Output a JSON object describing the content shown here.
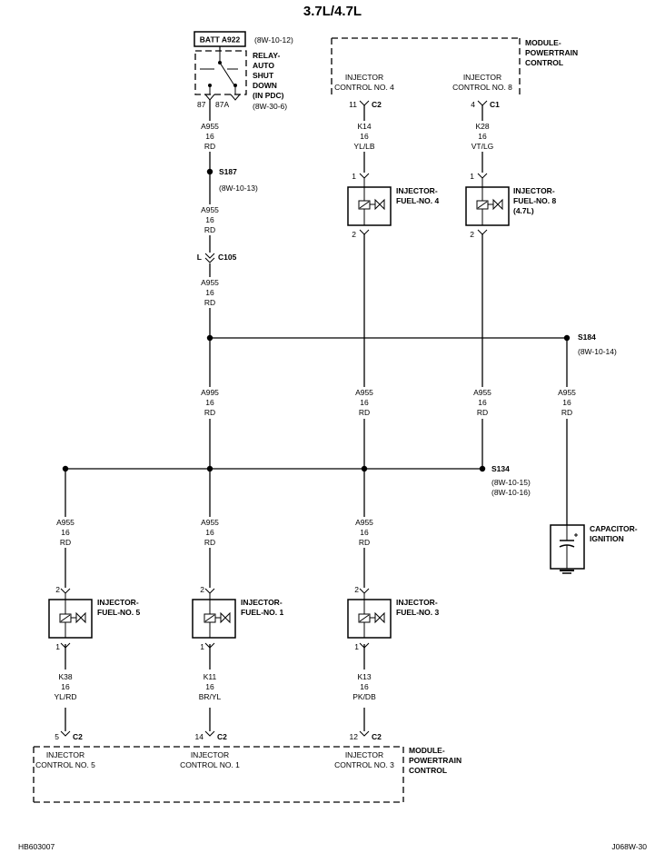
{
  "title": "3.7L/4.7L",
  "batt": {
    "label": "BATT A922",
    "ref": "(8W-10-12)"
  },
  "relay": {
    "name": [
      "RELAY-",
      "AUTO",
      "SHUT",
      "DOWN",
      "(IN PDC)"
    ],
    "pin87": "87",
    "pin87a": "87A",
    "ref": "(8W-30-6)"
  },
  "pcm_top": {
    "name": [
      "MODULE-",
      "POWERTRAIN",
      "CONTROL"
    ],
    "ctrl4": [
      "INJECTOR",
      "CONTROL NO. 4"
    ],
    "ctrl8": [
      "INJECTOR",
      "CONTROL NO. 8"
    ],
    "pin4": {
      "num": "11",
      "conn": "C2"
    },
    "pin8": {
      "num": "4",
      "conn": "C1"
    }
  },
  "wires": {
    "a955_rd": [
      "A955",
      "16",
      "RD"
    ],
    "a995_rd": [
      "A995",
      "16",
      "RD"
    ],
    "k14": [
      "K14",
      "16",
      "YL/LB"
    ],
    "k28": [
      "K28",
      "16",
      "VT/LG"
    ],
    "k38": [
      "K38",
      "16",
      "YL/RD"
    ],
    "k11": [
      "K11",
      "16",
      "BR/YL"
    ],
    "k13": [
      "K13",
      "16",
      "PK/DB"
    ]
  },
  "splices": {
    "s187": {
      "name": "S187",
      "ref": "(8W-10-13)"
    },
    "s184": {
      "name": "S184",
      "ref": "(8W-10-14)"
    },
    "s134": {
      "name": "S134",
      "ref1": "(8W-10-15)",
      "ref2": "(8W-10-16)"
    }
  },
  "c105": {
    "pin": "L",
    "name": "C105"
  },
  "injectors": {
    "n4": {
      "name": [
        "INJECTOR-",
        "FUEL-NO. 4"
      ],
      "pin_top": "1",
      "pin_bot": "2"
    },
    "n8": {
      "name": [
        "INJECTOR-",
        "FUEL-NO. 8",
        "(4.7L)"
      ],
      "pin_top": "1",
      "pin_bot": "2"
    },
    "n5": {
      "name": [
        "INJECTOR-",
        "FUEL-NO. 5"
      ],
      "pin_top": "2",
      "pin_bot": "1"
    },
    "n1": {
      "name": [
        "INJECTOR-",
        "FUEL-NO. 1"
      ],
      "pin_top": "2",
      "pin_bot": "1"
    },
    "n3": {
      "name": [
        "INJECTOR-",
        "FUEL-NO. 3"
      ],
      "pin_top": "2",
      "pin_bot": "1"
    }
  },
  "capacitor": {
    "name": [
      "CAPACITOR-",
      "IGNITION"
    ]
  },
  "pcm_bottom": {
    "name": [
      "MODULE-",
      "POWERTRAIN",
      "CONTROL"
    ],
    "ctrl5": [
      "INJECTOR",
      "CONTROL NO. 5"
    ],
    "ctrl1": [
      "INJECTOR",
      "CONTROL NO. 1"
    ],
    "ctrl3": [
      "INJECTOR",
      "CONTROL NO. 3"
    ],
    "pin5": {
      "num": "5",
      "conn": "C2"
    },
    "pin1": {
      "num": "14",
      "conn": "C2"
    },
    "pin3": {
      "num": "12",
      "conn": "C2"
    }
  },
  "footer": {
    "left": "HB603007",
    "right": "J068W-30"
  }
}
